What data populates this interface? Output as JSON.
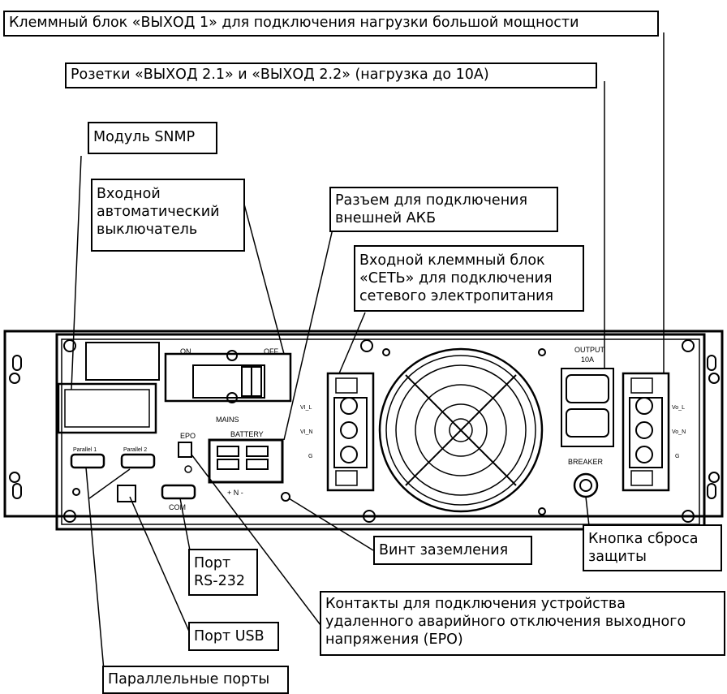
{
  "callouts": {
    "output1": "Клеммный блок «ВЫХОД 1» для подключения нагрузки большой мощности",
    "output2": "Розетки «ВЫХОД 2.1» и «ВЫХОД 2.2» (нагрузка до 10А)",
    "snmp": "Модуль SNMP",
    "breaker_in": "Входной\nавтоматический\nвыключатель",
    "battery_conn": "Разъем для подключения\nвнешней АКБ",
    "mains_block": "Входной клеммный блок\n«СЕТЬ» для подключения\nсетевого электропитания",
    "ground_screw": "Винт заземления",
    "reset_button": "Кнопка сброса\nзащиты",
    "rs232": "Порт\nRS-232",
    "usb": "Порт USB",
    "epo": "Контакты для подключения устройства\nудаленного аварийного отключения выходного\nнапряжения (EPO)",
    "parallel": "Параллельные порты"
  },
  "panel_labels": {
    "on": "ON",
    "off": "OFF",
    "mains": "MAINS",
    "battery": "BATTERY",
    "epo": "EPO",
    "parallel1": "Parallel 1",
    "parallel2": "Parallel 2",
    "com": "COM",
    "output": "OUTPUT",
    "output_current": "10A",
    "breaker": "BREAKER",
    "vi_l": "VI_L",
    "vi_n": "VI_N",
    "g_in": "G",
    "vo_l": "Vo_L",
    "vo_n": "Vo_N",
    "g_out": "G",
    "battery_terminals": "+  N  -"
  }
}
